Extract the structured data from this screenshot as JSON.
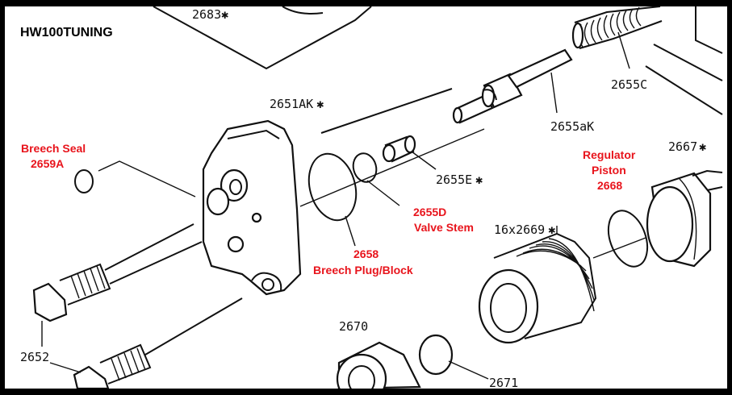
{
  "brand": "HW100TUNING",
  "part_numbers": {
    "p2683": "2683",
    "p2651": "2651AK",
    "p2655c": "2655C",
    "p2655a": "2655aK",
    "p2655e": "2655E",
    "p2667": "2667",
    "p2669": "16x2669",
    "p2670": "2670",
    "p2671": "2671",
    "p2652": "2652"
  },
  "asterisk": "✱",
  "callouts": {
    "breech_seal": {
      "title": "Breech Seal",
      "number": "2659A"
    },
    "regulator_piston": {
      "line1": "Regulator",
      "line2": "Piston",
      "number": "2668"
    },
    "valve_stem": {
      "number": "2655D",
      "title": "Valve Stem"
    },
    "breech_plug": {
      "number": "2658",
      "title": "Breech Plug/Block"
    }
  },
  "colors": {
    "callout": "#e8141c",
    "line": "#111111",
    "background": "#ffffff",
    "border": "#000000"
  }
}
